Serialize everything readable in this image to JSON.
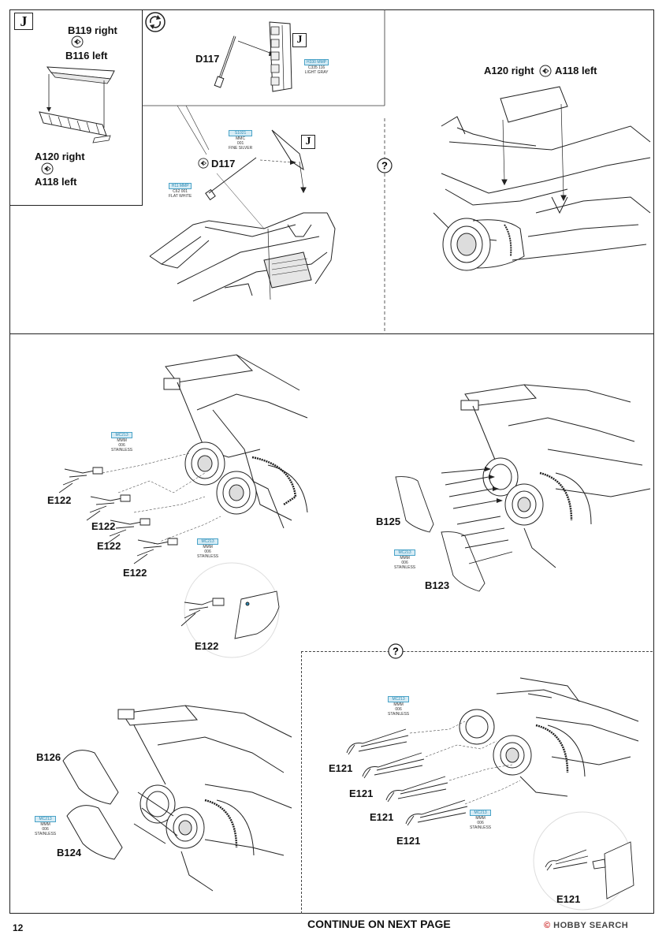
{
  "page_number": "12",
  "continue_text": "CONTINUE ON NEXT PAGE",
  "watermark": {
    "brand": "HOBBY SEARCH",
    "mark": "©"
  },
  "icons": {
    "j_box": "J",
    "rotate": "rotate-icon",
    "flip": "flip-part-icon",
    "question": "?"
  },
  "panel1": {
    "labels": [
      "B119 right",
      "B116 left",
      "A120 right",
      "A118 left"
    ]
  },
  "panel2": {
    "part_top": "D117",
    "paint_top": {
      "code": "H330 MMP",
      "lines": [
        "C335 116",
        "LIGHT GRAY"
      ]
    },
    "part_mid": "D117",
    "paint_a": {
      "code": "S1021",
      "lines": [
        "MMC",
        "001",
        "FINE SILVER"
      ]
    },
    "paint_b": {
      "code": "H11 MMP",
      "lines": [
        "C62 001",
        "FLAT WHITE"
      ]
    }
  },
  "panel3": {
    "labels": [
      "A120 right",
      "A118 left"
    ]
  },
  "panel4": {
    "parts": [
      "E122",
      "E122",
      "E122",
      "E122"
    ],
    "detail_part": "E122",
    "paint_1": {
      "code": "MC213",
      "lines": [
        "MMM",
        "006",
        "STAINLESS"
      ]
    },
    "paint_2": {
      "code": "MC213",
      "lines": [
        "MMM",
        "006",
        "STAINLESS"
      ]
    }
  },
  "panel5": {
    "parts": [
      "B125",
      "B123"
    ],
    "paint": {
      "code": "MC213",
      "lines": [
        "MMM",
        "006",
        "STAINLESS"
      ]
    }
  },
  "panel6": {
    "parts": [
      "B126",
      "B124"
    ],
    "paint": {
      "code": "MC213",
      "lines": [
        "MMM",
        "006",
        "STAINLESS"
      ]
    }
  },
  "panel7": {
    "parts": [
      "E121",
      "E121",
      "E121",
      "E121"
    ],
    "detail_part": "E121",
    "paint_1": {
      "code": "MC213",
      "lines": [
        "MMM",
        "006",
        "STAINLESS"
      ]
    },
    "paint_2": {
      "code": "MC213",
      "lines": [
        "MMM",
        "006",
        "STAINLESS"
      ]
    }
  }
}
